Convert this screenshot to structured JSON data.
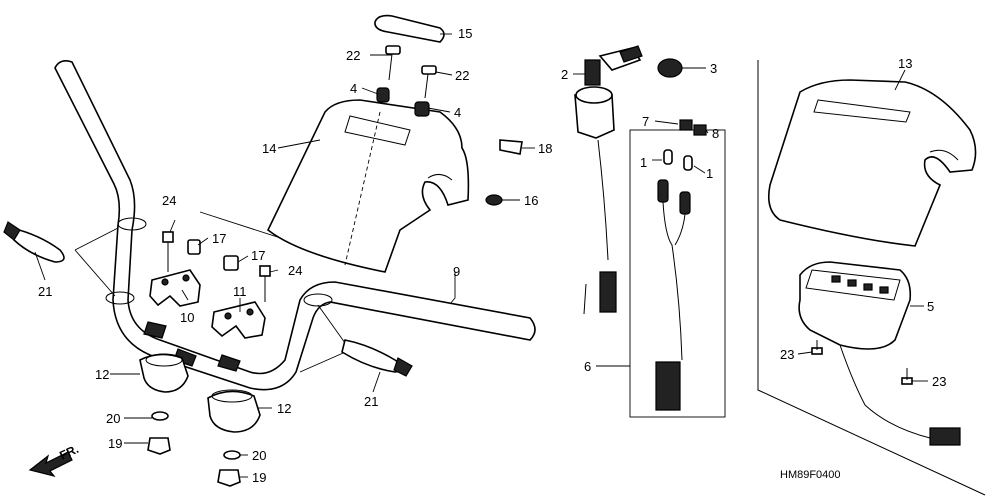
{
  "diagram": {
    "code": "HM89F0400",
    "direction_label": "FR.",
    "callouts": {
      "c1a": "1",
      "c1b": "1",
      "c2": "2",
      "c3": "3",
      "c4a": "4",
      "c4b": "4",
      "c5": "5",
      "c6": "6",
      "c7": "7",
      "c8": "8",
      "c9": "9",
      "c10": "10",
      "c11": "11",
      "c12a": "12",
      "c12b": "12",
      "c13": "13",
      "c14": "14",
      "c15": "15",
      "c16": "16",
      "c17a": "17",
      "c17b": "17",
      "c18": "18",
      "c19a": "19",
      "c19b": "19",
      "c20a": "20",
      "c20b": "20",
      "c21a": "21",
      "c21b": "21",
      "c22a": "22",
      "c22b": "22",
      "c23a": "23",
      "c23b": "23",
      "c24a": "24",
      "c24b": "24"
    }
  }
}
